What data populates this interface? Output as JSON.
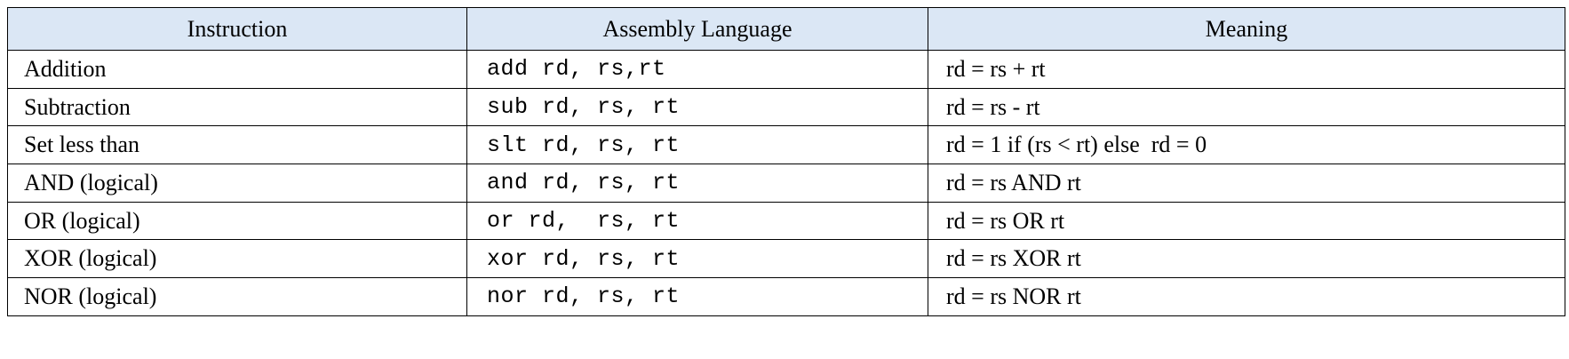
{
  "table": {
    "headers": [
      "Instruction",
      "Assembly Language",
      "Meaning"
    ],
    "rows": [
      {
        "instruction": "Addition",
        "assembly": "add rd, rs,rt",
        "meaning": "rd = rs + rt"
      },
      {
        "instruction": "Subtraction",
        "assembly": "sub rd, rs, rt",
        "meaning": "rd = rs - rt"
      },
      {
        "instruction": "Set less than",
        "assembly": "slt rd, rs, rt",
        "meaning": "rd = 1 if (rs < rt) else  rd = 0"
      },
      {
        "instruction": "AND (logical)",
        "assembly": "and rd, rs, rt",
        "meaning": "rd = rs AND rt"
      },
      {
        "instruction": "OR (logical)",
        "assembly": "or rd,  rs, rt",
        "meaning": "rd = rs OR rt"
      },
      {
        "instruction": "XOR (logical)",
        "assembly": "xor rd, rs, rt",
        "meaning": "rd = rs XOR rt"
      },
      {
        "instruction": "NOR (logical)",
        "assembly": "nor rd, rs, rt",
        "meaning": "rd = rs NOR rt"
      }
    ]
  },
  "colors": {
    "header_background": "#dbe7f5",
    "border": "#000000",
    "text": "#000000"
  }
}
